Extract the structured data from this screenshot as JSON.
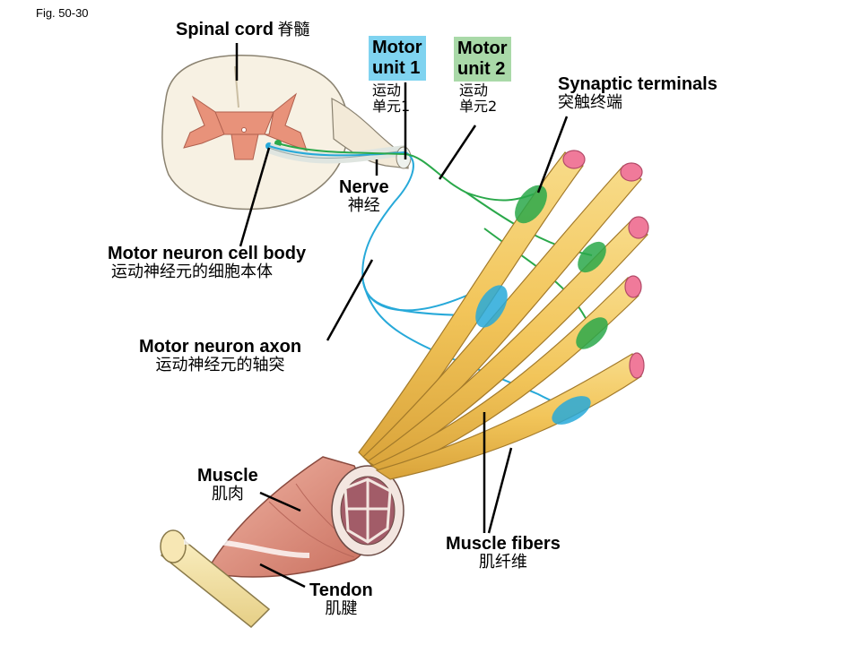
{
  "figure_id": "Fig. 50-30",
  "colors": {
    "motor_unit_1": "#27a9d9",
    "motor_unit_2": "#2aa84a",
    "motor_unit_1_box": "#7fd3f0",
    "motor_unit_2_box": "#a9d9a8",
    "muscle_fiber": "#f2c55a",
    "fiber_end": "#f07a9a",
    "muscle_belly": "#e39a88",
    "tendon": "#f3e2a0",
    "gray_matter": "#e8927a"
  },
  "labels": {
    "spinal_cord": {
      "en": "Spinal cord",
      "zh": "脊髓"
    },
    "motor_unit_1": {
      "en_line1": "Motor",
      "en_line2": "unit 1",
      "zh_line1": "运动",
      "zh_line2": "单元1"
    },
    "motor_unit_2": {
      "en_line1": "Motor",
      "en_line2": "unit 2",
      "zh_line1": "运动",
      "zh_line2": "单元2"
    },
    "synaptic_terminals": {
      "en": "Synaptic terminals",
      "zh": "突触终端"
    },
    "nerve": {
      "en": "Nerve",
      "zh": "神经"
    },
    "cell_body": {
      "en": "Motor neuron cell body",
      "zh": "运动神经元的细胞本体"
    },
    "axon": {
      "en": "Motor neuron axon",
      "zh": "运动神经元的轴突"
    },
    "muscle": {
      "en": "Muscle",
      "zh": "肌肉"
    },
    "tendon": {
      "en": "Tendon",
      "zh": "肌腱"
    },
    "muscle_fibers": {
      "en": "Muscle fibers",
      "zh": "肌纤维"
    }
  }
}
